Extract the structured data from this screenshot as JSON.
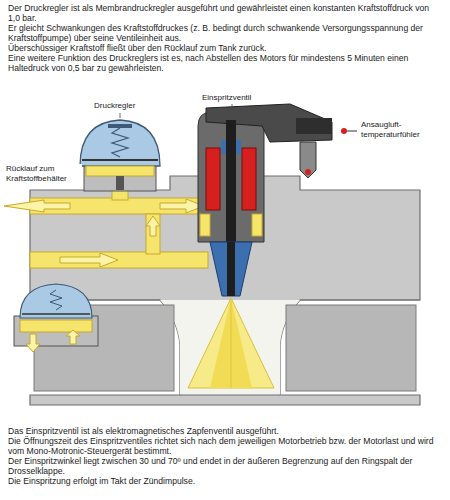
{
  "diagram": {
    "labels": [
      "Der Druckregler ist als Membrandruckregler ausgeführt und gewährleistet einen konstanten Kraftstoffdruck von 1,0 bar.",
      "Er gleicht Schwankungen des Kraftstoffdruckes (z. B. bedingt durch schwankende Versorgungsspannung der Kraftstoffpumpe) über seine Ventileinheit aus.",
      "Überschüssiger Kraftstoff fließt über den Rücklauf zum Tank zurück.",
      "Eine weitere Funktion des Druckreglers ist es, nach Abstellen des Motors für mindestens 5 Minuten einen Haltedruck von 0,5 bar zu gewährleisten.",
      "Druckregler",
      "Einspritzventil",
      "Ansaugluft- temperaturfühler",
      "Rücklauf zum Kraftstoffbehälter",
      "Das Einspritzventil ist als elektromagnetisches Zapfenventil ausgeführt.",
      "Die Öffnungszeit des Einspritzventiles richtet sich nach dem jeweiligen Motorbetrieb bzw. der Motorlast und wird vom Mono-Motronic-Steuergerät bestimmt.",
      "Der Einspritzwinkel liegt zwischen 30 und 70º und endet in der äußeren Begrenzung auf den Ringspalt der Drosselklappe.",
      "Die Einspritzung erfolgt im Takt der Zündimpulse."
    ]
  }
}
